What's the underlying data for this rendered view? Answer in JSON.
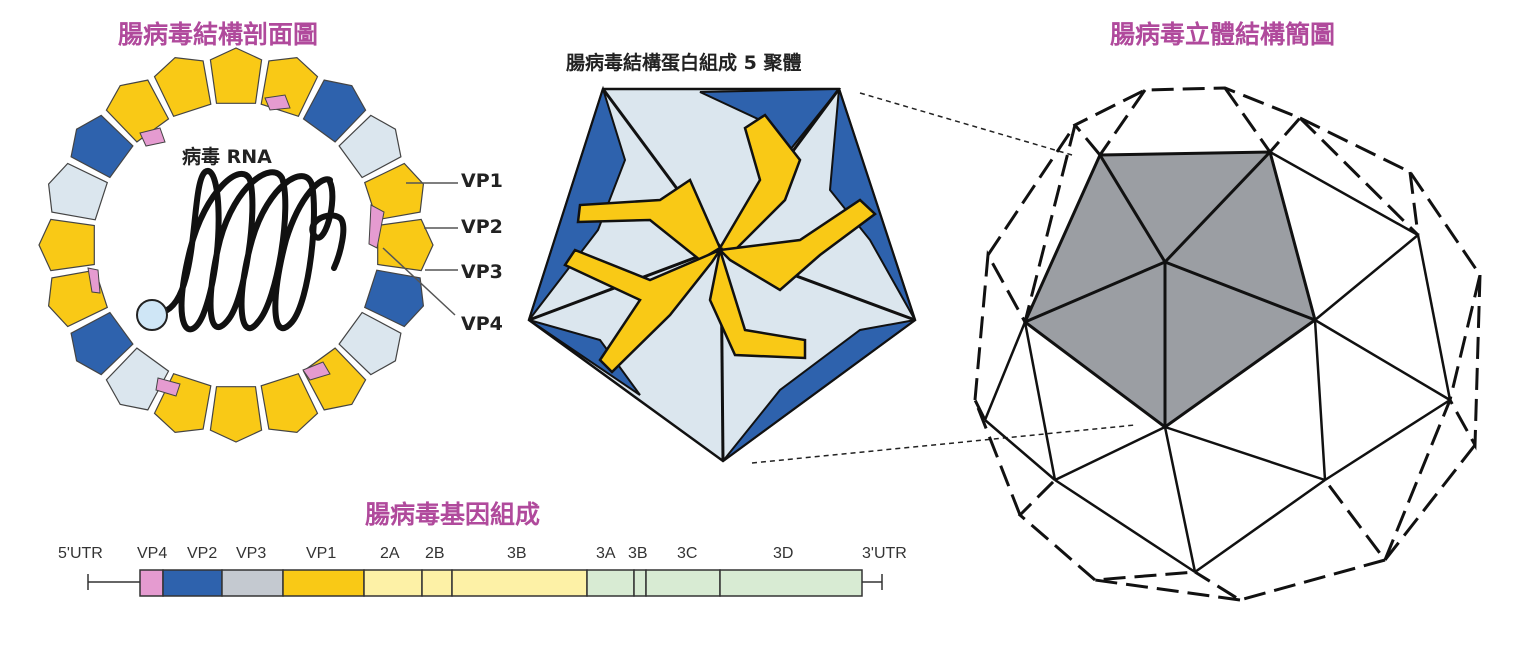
{
  "titles": {
    "cross_section": "腸病毒結構剖面圖",
    "pentamer": "腸病毒結構蛋白組成 5 聚體",
    "icosahedron": "腸病毒立體結構簡圖",
    "genome": "腸病毒基因組成"
  },
  "cross_section": {
    "rna_label": "病毒 RNA",
    "proteins": [
      "VP1",
      "VP2",
      "VP3",
      "VP4"
    ]
  },
  "genome": {
    "segments": [
      "5'UTR",
      "VP4",
      "VP2",
      "VP3",
      "VP1",
      "2A",
      "2B",
      "3B",
      "3A",
      "3B",
      "3C",
      "3D",
      "3'UTR"
    ]
  },
  "colors": {
    "vp1": "#f9c916",
    "vp2": "#2e62ad",
    "vp3": "#dbe6ee",
    "vp4": "#e59bd0",
    "title": "#b04a9c",
    "face_gray": "#9b9ea3"
  }
}
